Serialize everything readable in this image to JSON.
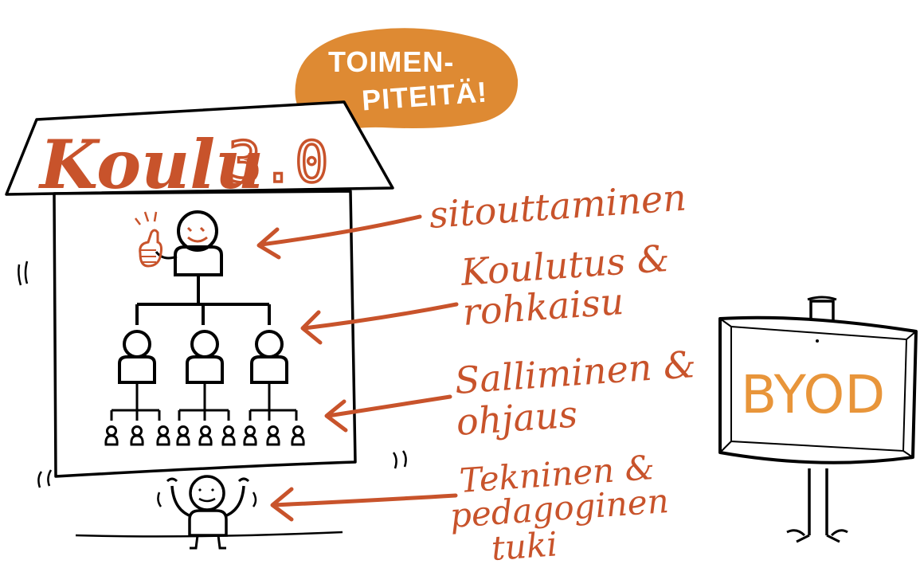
{
  "colors": {
    "accent": "#c8532b",
    "bubble": "#de8a33",
    "ink": "#000000",
    "sign_text": "#e8953a",
    "background": "#ffffff"
  },
  "speech_bubble": {
    "line1": "TOIMEN-",
    "line2": "PITEITÄ!"
  },
  "school_sign": {
    "title": "Koulu",
    "version": "3.0"
  },
  "labels": [
    {
      "lines": [
        "sitouttaminen"
      ]
    },
    {
      "lines": [
        "Koulutus &",
        "rohkaisu"
      ]
    },
    {
      "lines": [
        "Salliminen &",
        "ohjaus"
      ]
    },
    {
      "lines": [
        "Tekninen &",
        "pedagoginen",
        "tuki"
      ]
    }
  ],
  "byod_sign": {
    "text": "BYOD"
  }
}
